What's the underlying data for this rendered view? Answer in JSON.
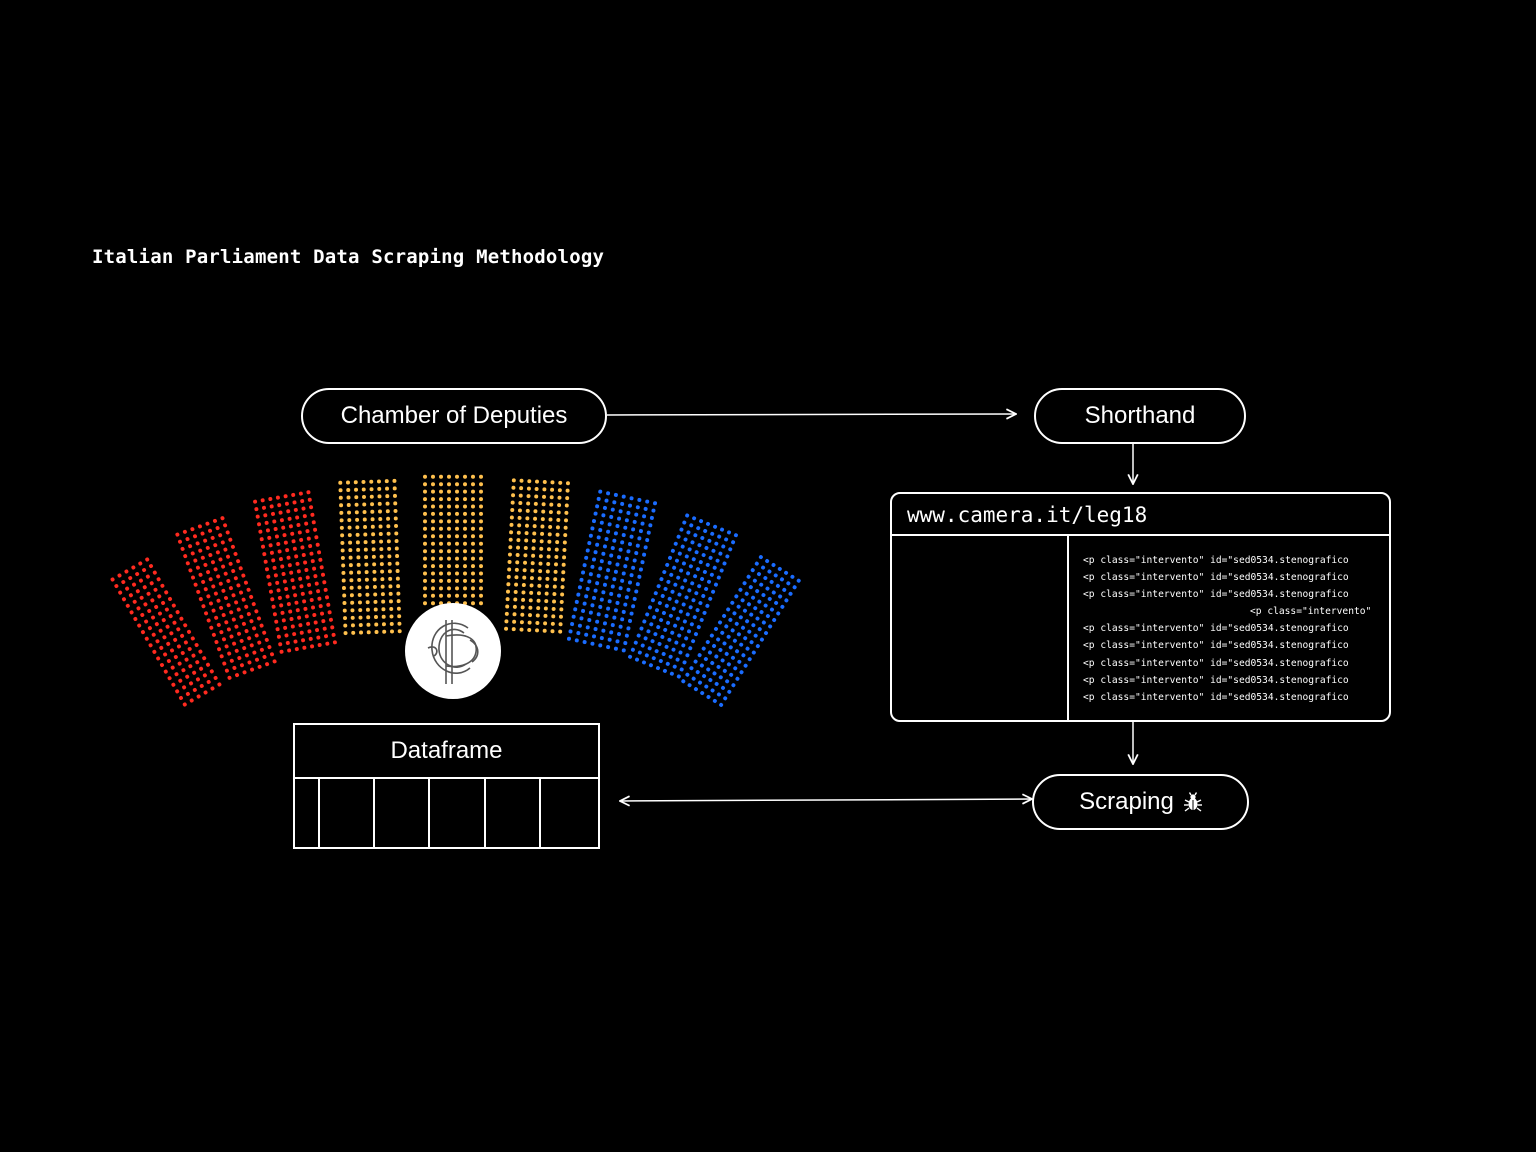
{
  "title": "Italian Parliament Data Scraping Methodology",
  "nodes": {
    "chamber": "Chamber of Deputies",
    "shorthand": "Shorthand",
    "scraping": "Scraping",
    "dataframe": "Dataframe"
  },
  "browser": {
    "url": "www.camera.it/leg18",
    "code_lines": [
      "<p class=\"intervento\" id=\"sed0534.stenografico",
      "<p class=\"intervento\" id=\"sed0534.stenografico",
      "<p class=\"intervento\" id=\"sed0534.stenografico",
      "<p class=\"intervento\"",
      "<p class=\"intervento\" id=\"sed0534.stenografico",
      "<p class=\"intervento\" id=\"sed0534.stenografico",
      "<p class=\"intervento\" id=\"sed0534.stenografico",
      "<p class=\"intervento\" id=\"sed0534.stenografico",
      "<p class=\"intervento\" id=\"sed0534.stenografico"
    ]
  },
  "icons": {
    "bug": "bug-icon",
    "emblem": "camera-deputati-emblem"
  },
  "colors": {
    "background": "#000000",
    "foreground": "#ffffff",
    "left_group": "#ff2a1f",
    "center_group": "#ffc04d",
    "right_group": "#1a6cff"
  }
}
